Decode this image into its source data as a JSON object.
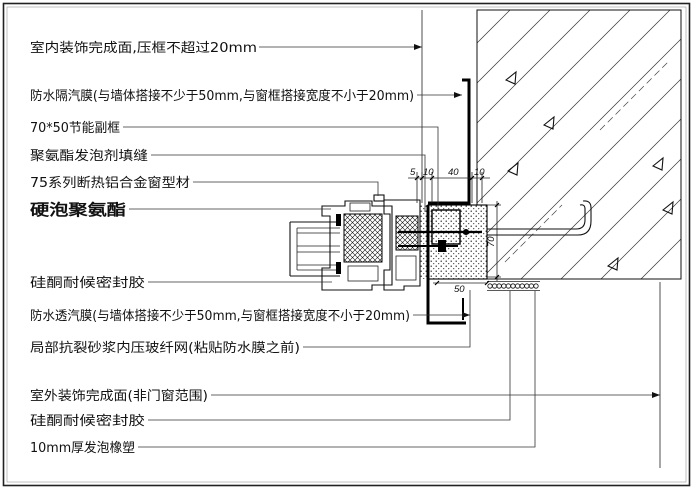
{
  "labels": [
    {
      "text": "室内装饰完成面,压框不超过20mm"
    },
    {
      "text": "防水隔汽膜(与墙体搭接不少于50mm,与窗框搭接宽度不小于20mm)"
    },
    {
      "text": "70*50节能副框"
    },
    {
      "text": "聚氨酯发泡剂填缝"
    },
    {
      "text": "75系列断热铝合金窗型材"
    },
    {
      "text": "硬泡聚氨酯"
    },
    {
      "text": "硅酮耐候密封胶"
    },
    {
      "text": "防水透汽膜(与墙体搭接不少于50mm,与窗框搭接宽度不小于20mm)"
    },
    {
      "text": "局部抗裂砂浆内压玻纤网(粘贴防水膜之前)"
    },
    {
      "text": "室外装饰完成面(非门窗范围)"
    },
    {
      "text": "硅酮耐候密封胶"
    },
    {
      "text": "10mm厚发泡橡塑"
    }
  ],
  "dimensions": {
    "top": [
      "5",
      "10",
      "40",
      "10"
    ],
    "right": "70",
    "bottom": "50"
  },
  "colors": {
    "line": "#000000",
    "background": "#ffffff"
  }
}
